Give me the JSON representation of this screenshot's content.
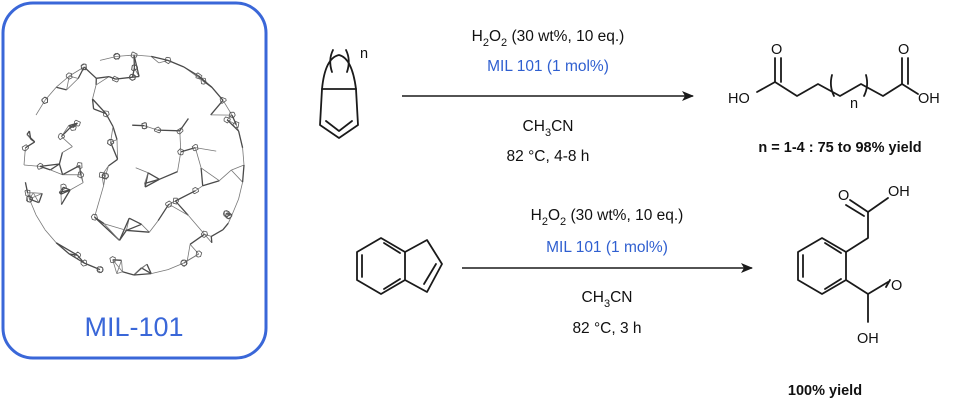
{
  "panel": {
    "label": "MIL-101",
    "border_color": "#3a67d8",
    "label_color": "#3a67d8"
  },
  "reaction1": {
    "oxidant": "H",
    "oxidant_sub": "2",
    "oxidant_mid": "O",
    "oxidant_sub2": "2",
    "oxidant_tail": " (30 wt%, 10 eq.)",
    "catalyst": "MIL 101 (1 mol%)",
    "solvent_a": "CH",
    "solvent_sub": "3",
    "solvent_b": "CN",
    "conditions": "82 °C, 4-8 h",
    "ring_index": "n",
    "product_left_group": "HO",
    "product_right_group": "OH",
    "product_index": "n",
    "yield_text": "n = 1-4 :  75 to 98% yield"
  },
  "reaction2": {
    "oxidant": "H",
    "oxidant_sub": "2",
    "oxidant_mid": "O",
    "oxidant_sub2": "2",
    "oxidant_tail": " (30 wt%, 10 eq.)",
    "catalyst": "MIL 101 (1 mol%)",
    "solvent_a": "CH",
    "solvent_sub": "3",
    "solvent_b": "CN",
    "conditions": "82 °C, 3 h",
    "product_top_group": "OH",
    "product_bottom_group": "OH",
    "product_top_O": "O",
    "product_bottom_O": "O",
    "yield_text": "100% yield"
  },
  "colors": {
    "catalyst_text": "#2f5fd0",
    "text": "#111111"
  }
}
